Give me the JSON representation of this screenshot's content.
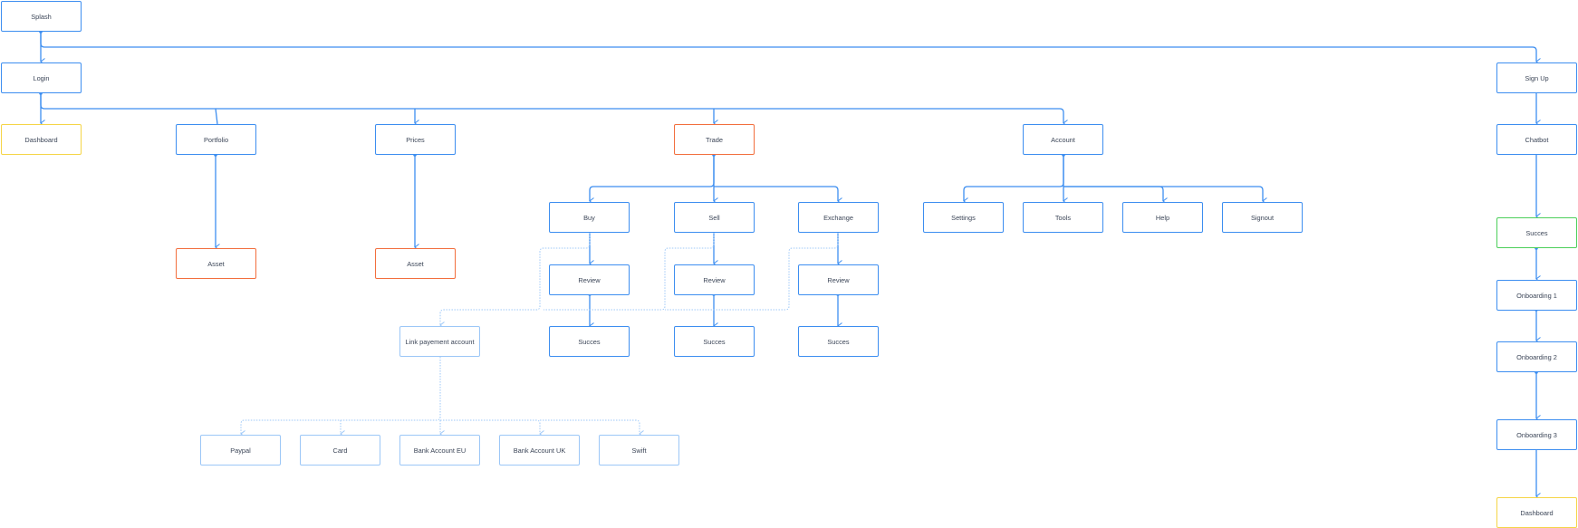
{
  "nodes": {
    "splash": "Splash",
    "login": "Login",
    "signup": "Sign Up",
    "dashboard": "Dashboard",
    "portfolio": "Portfolio",
    "prices": "Prices",
    "trade": "Trade",
    "account": "Account",
    "chatbot": "Chatbot",
    "asset_portfolio": "Asset",
    "asset_prices": "Asset",
    "buy": "Buy",
    "sell": "Sell",
    "exchange": "Exchange",
    "settings": "Settings",
    "tools": "Tools",
    "help": "Help",
    "signout": "Signout",
    "review_buy": "Review",
    "review_sell": "Review",
    "review_exchange": "Review",
    "link_payment": "Link payement account",
    "succes_buy": "Succes",
    "succes_sell": "Succes",
    "succes_exchange": "Succes",
    "paypal": "Paypal",
    "card": "Card",
    "bank_eu": "Bank Account EU",
    "bank_uk": "Bank Account UK",
    "swift": "Swift",
    "succes_signup": "Succes",
    "onboarding_1": "Onboarding 1",
    "onboarding_2": "Onboarding 2",
    "onboarding_3": "Onboarding 3",
    "dashboard_final": "Dashboard"
  },
  "colors": {
    "primary": "#3d8ef0",
    "light": "#9cc7f7",
    "orange": "#f26f3e",
    "yellow": "#f5d547",
    "green": "#4ccf5a"
  }
}
